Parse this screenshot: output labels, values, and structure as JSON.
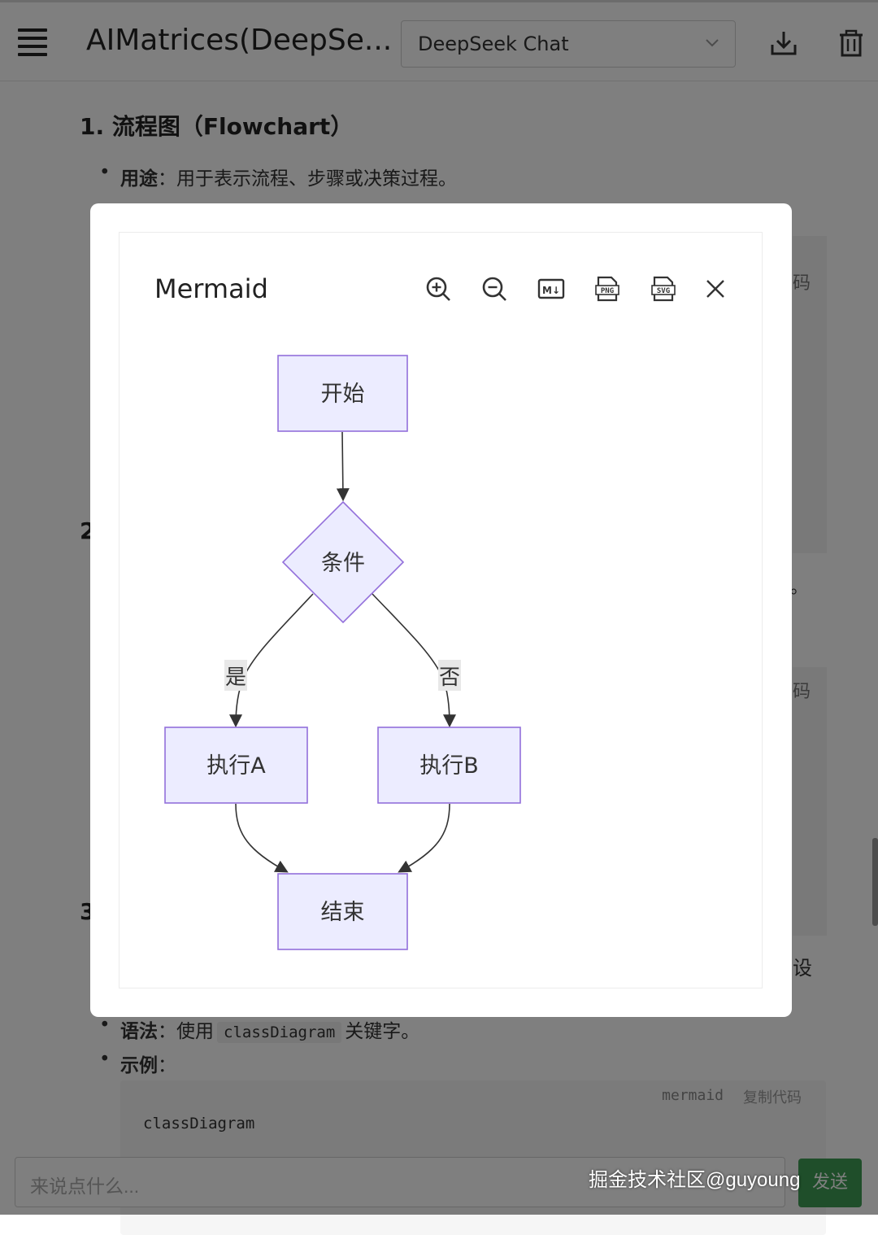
{
  "header": {
    "title": "AIMatrices(DeepSe...",
    "model_select_value": "DeepSeek Chat"
  },
  "content": {
    "section1_title": "1. 流程图（Flowchart）",
    "bullet_use_label": "用途",
    "bullet_use_text": "：用于表示流程、步骤或决策过程。",
    "section2_num": "2",
    "section3_num": "3",
    "peek_code_1": "码",
    "peek_code_2": "码",
    "peek_period": "。",
    "peek_she": "设",
    "bullet_syntax_label": "语法",
    "bullet_syntax_prefix": "：使用",
    "bullet_syntax_code": "classDiagram",
    "bullet_syntax_suffix": "关键字。",
    "bullet_example_label": "示例",
    "bullet_example_suffix": "：",
    "codeblock_lang": "mermaid",
    "codeblock_copy": "复制代码",
    "codeblock_line1": "classDiagram"
  },
  "input": {
    "placeholder": "来说点什么...",
    "send_label": "发送"
  },
  "modal": {
    "title": "Mermaid",
    "icons": [
      "zoom-in-icon",
      "zoom-out-icon",
      "markdown-icon",
      "png-icon",
      "svg-icon",
      "close-icon"
    ],
    "md_label": "M↓",
    "png_label": "PNG",
    "svg_label": "SVG"
  },
  "diagram": {
    "node_start": "开始",
    "node_condition": "条件",
    "node_exec_a": "执行A",
    "node_exec_b": "执行B",
    "node_end": "结束",
    "edge_yes": "是",
    "edge_no": "否",
    "colors": {
      "node_fill": "#ECECFF",
      "node_stroke": "#9370DB",
      "edge": "#333333",
      "label_bg": "#E8E8E8"
    }
  },
  "watermark": "掘金技术社区@guyoung"
}
